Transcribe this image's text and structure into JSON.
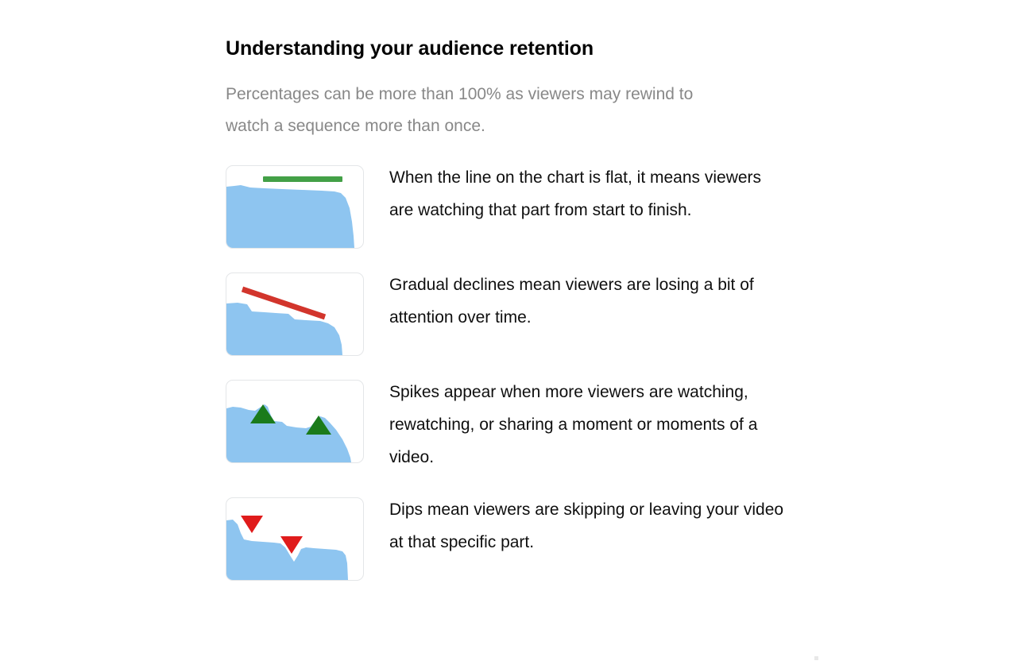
{
  "header": {
    "title": "Understanding your audience retention",
    "subtitle": "Percentages can be more than 100% as viewers may rewind to watch a sequence more than once."
  },
  "colors": {
    "area_blue": "#8ec5f0",
    "flat_line_green": "#43a047",
    "decline_line_red": "#d2352c",
    "spike_marker_green": "#1b7b1b",
    "dip_marker_red": "#e01b1b",
    "card_border": "#e4e6e8",
    "title_text": "#030303",
    "subtitle_text": "#888888",
    "body_text": "#0f0f0f"
  },
  "tips": [
    {
      "id": "flat-line",
      "icon_name": "flat-retention-chart-icon",
      "marker": "green-horizontal-line",
      "text": "When the line on the chart is flat, it means viewers are watching that part from start to finish."
    },
    {
      "id": "gradual-decline",
      "icon_name": "declining-retention-chart-icon",
      "marker": "red-diagonal-line",
      "text": "Gradual declines mean viewers are losing a bit of attention over time."
    },
    {
      "id": "spikes",
      "icon_name": "spikes-retention-chart-icon",
      "marker": "green-up-triangle",
      "text": "Spikes appear when more viewers are watching, rewatching, or sharing a moment or moments of a video."
    },
    {
      "id": "dips",
      "icon_name": "dips-retention-chart-icon",
      "marker": "red-down-triangle",
      "text": "Dips mean viewers are skipping or leaving your video at that specific part."
    }
  ]
}
